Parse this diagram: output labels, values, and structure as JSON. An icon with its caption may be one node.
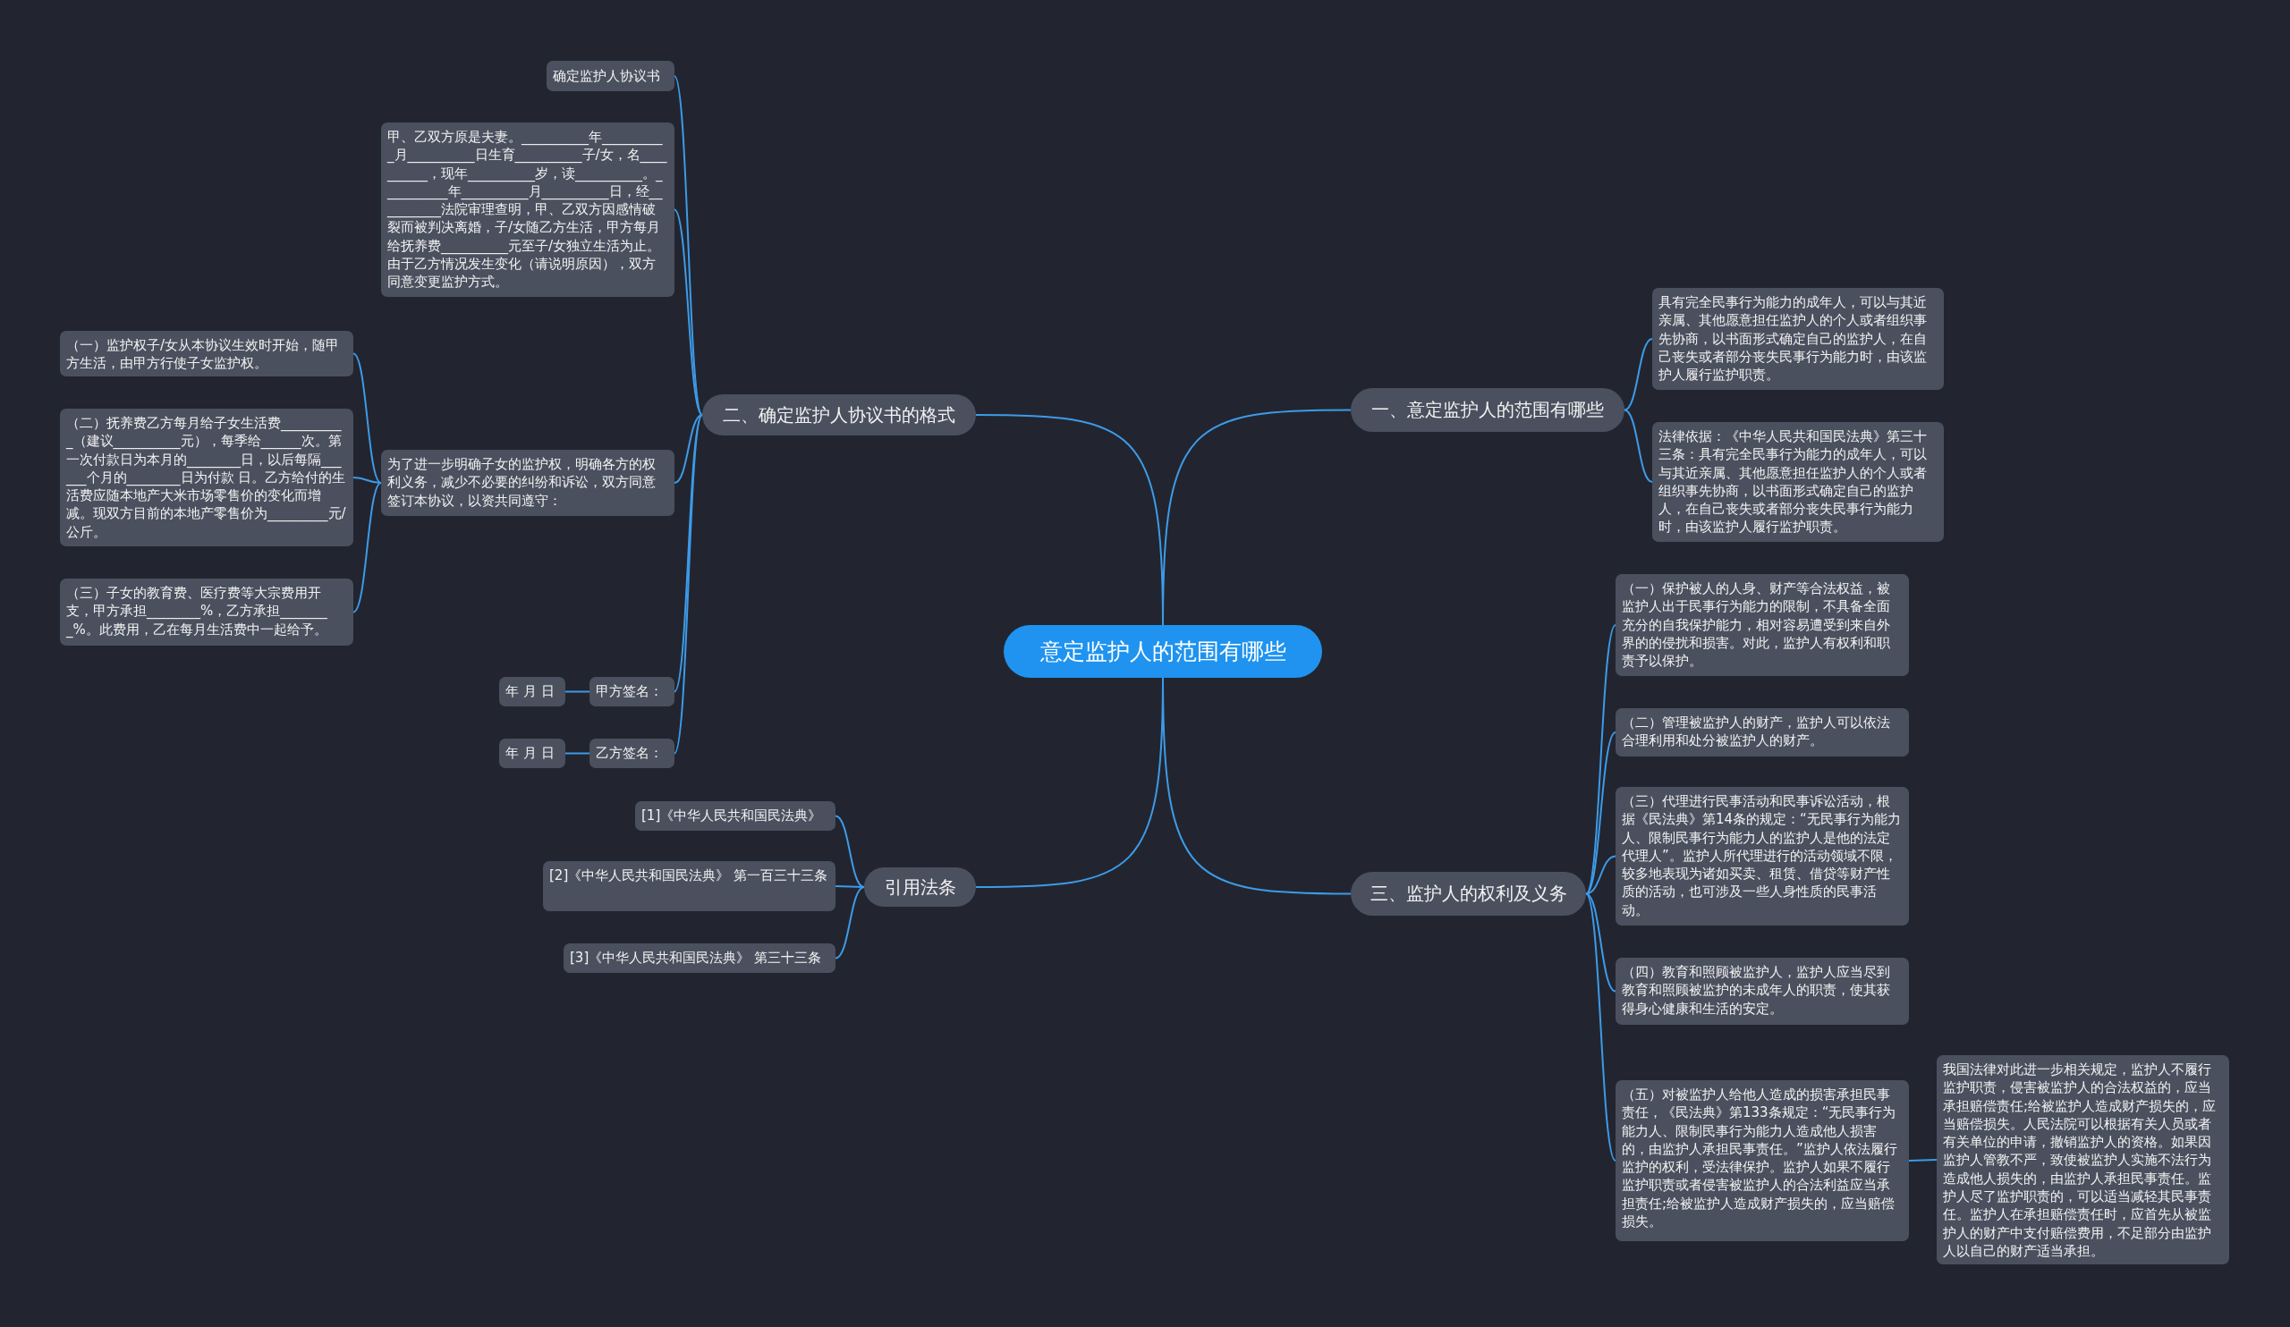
{
  "diagram": {
    "nodes": [
      {
        "text": [
          "意定监护人的范围有哪些"
        ]
      },
      {
        "text": [
          "一、意定监护人的范围有哪些"
        ]
      },
      {
        "text": [
          "具有完全民事行为能力的成年人，可以与其近亲属、其他愿意担任监护人的个人或者组织事先协商，以书面形式确定自己的监护人，在自己丧失或者部分丧失民事行为能力时，由该监护人履行监护职责。"
        ]
      },
      {
        "text": [
          "法律依据：《中华人民共和国民法典》第三十三条：具有完全民事行为能力的成年人，可以与其近亲属、其他愿意担任监护人的个人或者组织事先协商，以书面形式确定自己的监护人，在自己丧失或者部分丧失民事行为能力时，由该监护人履行监护职责。"
        ]
      },
      {
        "text": [
          "三、监护人的权利及义务"
        ]
      },
      {
        "text": [
          "（一）保护被人的人身、财产等合法权益，被监护人出于民事行为能力的限制，不具备全面充分的自我保护能力，相对容易遭受到来自外界的的侵扰和损害。对此，监护人有权利和职责予以保护。"
        ]
      },
      {
        "text": [
          "（二）管理被监护人的财产，监护人可以依法合理利用和处分被监护人的财产。"
        ]
      },
      {
        "text": [
          "（三）代理进行民事活动和民事诉讼活动，根据《民法典》第14条的规定：“无民事行为能力人、限制民事行为能力人的监护人是他的法定代理人”。监护人所代理进行的活动领域不限，较多地表现为诸如买卖、租赁、借贷等财产性质的活动，也可涉及一些人身性质的民事活动。"
        ]
      },
      {
        "text": [
          "（四）教育和照顾被监护人，监护人应当尽到教育和照顾被监护的未成年人的职责，使其获得身心健康和生活的安定。"
        ]
      },
      {
        "text": [
          "（五）对被监护人给他人造成的损害承担民事责任，《民法典》第133条规定：“无民事行为能力人、限制民事行为能力人造成他人损害的，由监护人承担民事责任。”监护人依法履行监护的权利，受法律保护。监护人如果不履行监护职责或者侵害被监护人的合法利益应当承担责任;给被监护人造成财产损失的，应当赔偿损失。"
        ]
      },
      {
        "text": [
          "我国法律对此进一步相关规定，监护人不履行监护职责，侵害被监护人的合法权益的，应当承担赔偿责任;给被监护人造成财产损失的，应当赔偿损失。人民法院可以根据有关人员或者有关单位的申请，撤销监护人的资格。如果因监护人管教不严，致使被监护人实施不法行为造成他人损失的，由监护人承担民事责任。监护人尽了监护职责的，可以适当减轻其民事责任。监护人在承担赔偿责任时，应首先从被监护人的财产中支付赔偿费用，不足部分由监护人以自己的财产适当承担。"
        ]
      },
      {
        "text": [
          "二、确定监护人协议书的格式"
        ]
      },
      {
        "text": [
          "确定监护人协议书"
        ]
      },
      {
        "text": [
          "甲、乙双方原是夫妻。__________年__________月__________日生育__________子/女，名__________，现年__________岁，读__________。__________年__________月__________日，经__________法院审理查明，甲、乙双方因感情破裂而被判决离婚，子/女随乙方生活，甲方每月给抚养费__________元至子/女独立生活为止。由于乙方情况发生变化（请说明原因），双方同意变更监护方式。"
        ]
      },
      {
        "text": [
          "为了进一步明确子女的监护权，明确各方的权利义务，减少不必要的纠纷和诉讼，双方同意签订本协议，以资共同遵守："
        ]
      },
      {
        "text": [
          "（一）监护权子/女从本协议生效时开始，随甲方生活，由甲方行使子女监护权。"
        ]
      },
      {
        "text": [
          "（二）抚养费乙方每月给子女生活费__________（建议__________元），每季给______次。第一次付款日为本月的________日，以后每隔______个月的________日为付款 日。乙方给付的生活费应随本地产大米市场零售价的变化而增减。现双方目前的本地产零售价为_________元/公斤。"
        ]
      },
      {
        "text": [
          "（三）子女的教育费、医疗费等大宗费用开支，甲方承担________%，乙方承担________%。此费用，乙在每月生活费中一起给予。"
        ]
      },
      {
        "text": [
          "甲方签名："
        ]
      },
      {
        "text": [
          "年 月 日"
        ]
      },
      {
        "text": [
          "乙方签名："
        ]
      },
      {
        "text": [
          "年 月 日"
        ]
      },
      {
        "text": [
          "引用法条"
        ]
      },
      {
        "text": [
          "[1]《中华人民共和国民法典》"
        ]
      },
      {
        "text": [
          "[2]《中华人民共和国民法典》 第一百三十三条"
        ]
      },
      {
        "text": [
          "[3]《中华人民共和国民法典》 第三十三条"
        ]
      }
    ],
    "edges": [
      {
        "from": 0,
        "to": 1,
        "arrow": "none"
      },
      {
        "from": 1,
        "to": 2,
        "arrow": "none"
      },
      {
        "from": 1,
        "to": 3,
        "arrow": "none"
      },
      {
        "from": 0,
        "to": 4,
        "arrow": "none"
      },
      {
        "from": 4,
        "to": 5,
        "arrow": "none"
      },
      {
        "from": 4,
        "to": 6,
        "arrow": "none"
      },
      {
        "from": 4,
        "to": 7,
        "arrow": "none"
      },
      {
        "from": 4,
        "to": 8,
        "arrow": "none"
      },
      {
        "from": 4,
        "to": 9,
        "arrow": "none"
      },
      {
        "from": 9,
        "to": 10,
        "arrow": "none"
      },
      {
        "from": 0,
        "to": 11,
        "arrow": "none"
      },
      {
        "from": 11,
        "to": 12,
        "arrow": "none"
      },
      {
        "from": 11,
        "to": 13,
        "arrow": "none"
      },
      {
        "from": 11,
        "to": 14,
        "arrow": "none"
      },
      {
        "from": 11,
        "to": 18,
        "arrow": "none"
      },
      {
        "from": 11,
        "to": 20,
        "arrow": "none"
      },
      {
        "from": 14,
        "to": 15,
        "arrow": "none"
      },
      {
        "from": 14,
        "to": 16,
        "arrow": "none"
      },
      {
        "from": 14,
        "to": 17,
        "arrow": "none"
      },
      {
        "from": 18,
        "to": 19,
        "arrow": "none"
      },
      {
        "from": 20,
        "to": 21,
        "arrow": "none"
      },
      {
        "from": 0,
        "to": 22,
        "arrow": "none"
      },
      {
        "from": 22,
        "to": 23,
        "arrow": "none"
      },
      {
        "from": 22,
        "to": 24,
        "arrow": "none"
      },
      {
        "from": 22,
        "to": 25,
        "arrow": "none"
      }
    ]
  }
}
